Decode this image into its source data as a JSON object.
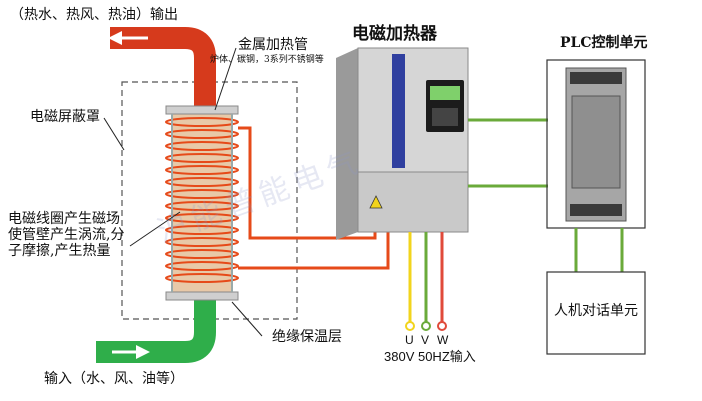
{
  "labels": {
    "output": "（热水、热风、热油）输出",
    "metal_pipe": "金属加热管",
    "metal_pipe_types": "炉体、碳钢，3系列不锈钢等",
    "heater_title": "电磁加热器",
    "plc": "PLC控制单元",
    "shield": "电磁屏蔽罩",
    "coil_line1": "电磁线圈产生磁场",
    "coil_line2": "使管壁产生涡流,分",
    "coil_line3": "子摩擦,产生热量",
    "insulation": "绝缘保温层",
    "input": "输入（水、风、油等）",
    "hmi": "人机对话单元",
    "u": "U",
    "v": "V",
    "w": "W",
    "supply": "380V 50HZ输入",
    "watermark": "沪能普能电气"
  },
  "colors": {
    "output_pipe": "#d63a1c",
    "input_pipe": "#2fae4a",
    "coil": "#e64a19",
    "signal_wire": "#6aaa3a",
    "phase_u": "#f2d41c",
    "phase_v": "#6aaa3a",
    "phase_w": "#e04a3a"
  }
}
